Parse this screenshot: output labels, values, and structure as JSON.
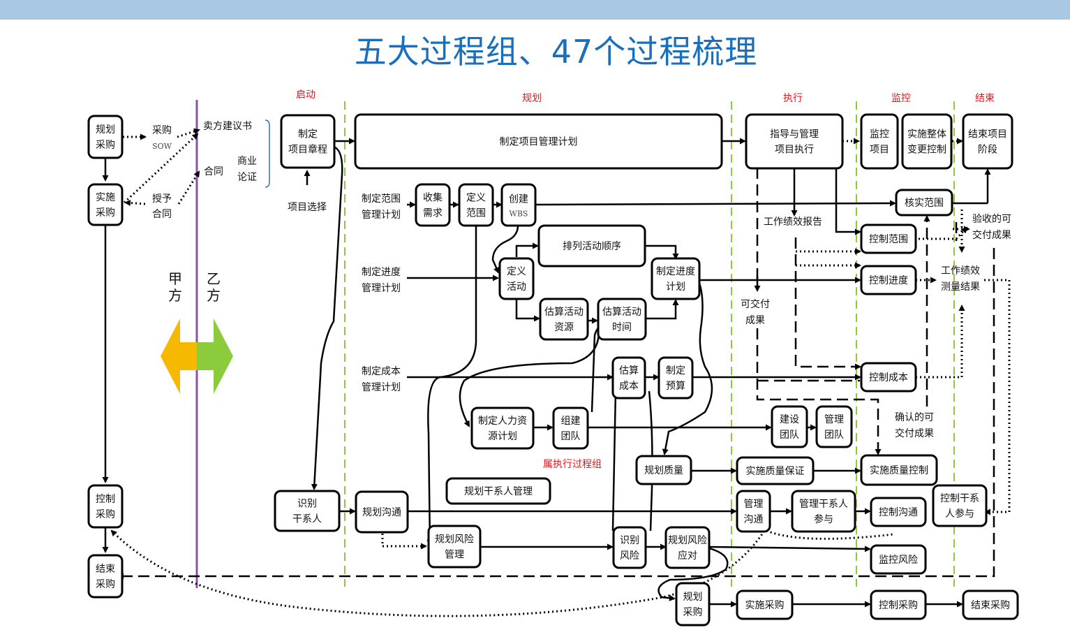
{
  "title": "五大过程组、47个过程梳理",
  "phases": {
    "start": "启动",
    "plan": "规划",
    "exec": "执行",
    "monitor": "监控",
    "close": "结束"
  },
  "sides": {
    "party_a": "甲方",
    "party_b": "乙方"
  },
  "colors": {
    "title": "#1a6fbd",
    "phase": "#e8141c",
    "divider": "#8ccb3c",
    "party_line": "#8a4fb5",
    "arrow_left": "#f6b800",
    "arrow_right": "#8ccb3c"
  },
  "left": {
    "plan_procurement": "规划采购",
    "conduct_procurement": "实施采购",
    "control_procurement": "控制采购",
    "close_procurement": "结束采购",
    "procure": "采购",
    "sow": "SOW",
    "award": "授予",
    "contract": "合同",
    "seller_proposal": "卖方建议书",
    "contract2": "合同",
    "business": "商业",
    "case": "论证"
  },
  "nodes": {
    "charter": "制定项目章程",
    "project_selection": "项目选择",
    "pm_plan": "制定项目管理计划",
    "direct_manage": "指导与管理项目执行",
    "monitor_project": "监控项目",
    "integrated_change": "实施整体变更控制",
    "close_phase": "结束项目阶段",
    "scope_plan": "制定范围管理计划",
    "collect_req": "收集需求",
    "define_scope": "定义范围",
    "create_wbs": "创建",
    "wbs": "WBS",
    "validate_scope": "核实范围",
    "sequence_activities": "排列活动顺序",
    "define_activities": "定义活动",
    "develop_schedule": "制定进度计划",
    "schedule_plan": "制定进度管理计划",
    "estimate_resources": "估算活动资源",
    "estimate_durations": "估算活动时间",
    "work_perf_report": "工作绩效报告",
    "accepted_deliverables": "验收的可交付成果",
    "control_scope": "控制范围",
    "control_schedule": "控制进度",
    "work_perf_measure": "工作绩效测量结果",
    "deliverables": "可交付成果",
    "cost_plan": "制定成本管理计划",
    "estimate_costs": "估算成本",
    "determine_budget": "制定预算",
    "control_costs": "控制成本",
    "hr_plan": "制定人力资源计划",
    "acquire_team": "组建团队",
    "develop_team": "建设团队",
    "manage_team": "管理团队",
    "verified_deliverables": "确认的可交付成果",
    "belongs_exec": "属执行过程组",
    "plan_quality": "规划质量",
    "perform_qa": "实施质量保证",
    "perform_qc": "实施质量控制",
    "plan_stakeholder": "规划干系人管理",
    "identify_stakeholders": "识别干系人",
    "plan_comm": "规划沟通",
    "manage_comm": "管理沟通",
    "manage_stakeholder": "管理干系人参与",
    "control_comm": "控制沟通",
    "control_stakeholder": "控制干系人参与",
    "plan_risk": "规划风险管理",
    "identify_risks": "识别风险",
    "plan_risk_response": "规划风险应对",
    "monitor_risks": "监控风险",
    "plan_procurement": "规划采购",
    "conduct_procurement": "实施采购",
    "control_procurement": "控制采购",
    "close_procurement": "结束采购"
  }
}
